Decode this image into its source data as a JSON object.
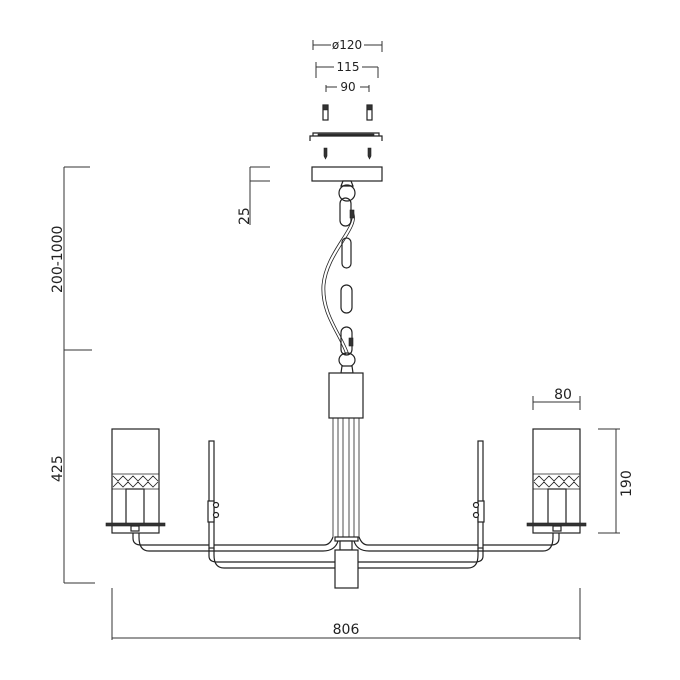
{
  "title": "Chandelier dimension drawing",
  "dimensions": {
    "canopy_diameter": "ø120",
    "bracket_width": "115",
    "screw_spacing": "90",
    "canopy_height": "25",
    "chain_length": "200-1000",
    "body_height": "425",
    "shade_width": "80",
    "shade_height": "190",
    "overall_width": "806"
  },
  "colors": {
    "line": "#222222",
    "background": "#ffffff"
  }
}
